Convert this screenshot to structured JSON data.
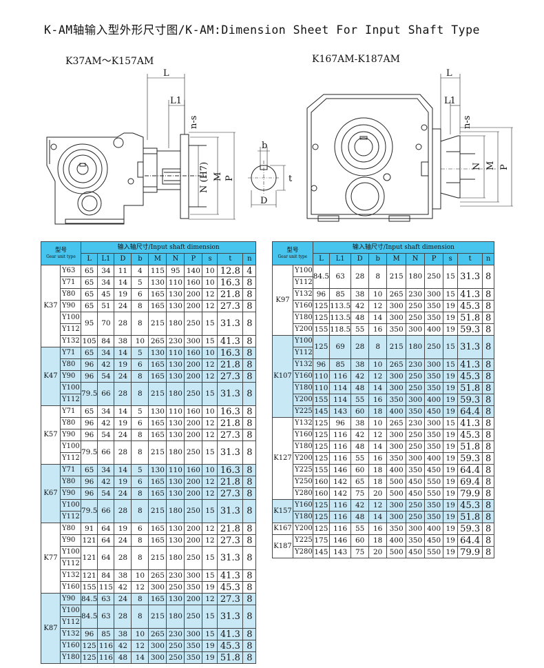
{
  "title": "K-AM轴输入型外形尺寸图/K-AM:Dimension Sheet For Input Shaft Type",
  "subtitle_left": "K37AM～K157AM",
  "subtitle_right": "K167AM-K187AM",
  "drawing_labels": {
    "L": "L",
    "L1": "L1",
    "ns": "n-s",
    "N": "N (H7)",
    "M": "M",
    "P": "P",
    "b": "b",
    "t": "t",
    "D": "D",
    "N2": "N",
    "M2": "M",
    "P2": "P",
    "L_2": "L",
    "L1_2": "L1",
    "ns2": "n-s"
  },
  "table_header": {
    "model_cn": "型号",
    "model_en": "Gear unit type",
    "group_title": "输入轴尺寸/Input shaft dimension",
    "cols": [
      "L",
      "L1",
      "D",
      "b",
      "M",
      "N",
      "P",
      "s",
      "t",
      "n"
    ]
  },
  "left_table": [
    {
      "group": "K37",
      "motor": "Y63",
      "L": "65",
      "L1": "34",
      "D": "11",
      "b": "4",
      "M": "115",
      "N": "95",
      "P": "140",
      "s": "10",
      "t": "12.8",
      "n": "4"
    },
    {
      "motor": "Y71",
      "L": "65",
      "L1": "34",
      "D": "14",
      "b": "5",
      "M": "130",
      "N": "110",
      "P": "160",
      "s": "10",
      "t": "16.3",
      "n": "8"
    },
    {
      "motor": "Y80",
      "L": "65",
      "L1": "45",
      "D": "19",
      "b": "6",
      "M": "165",
      "N": "130",
      "P": "200",
      "s": "12",
      "t": "21.8",
      "n": "8"
    },
    {
      "motor": "Y90",
      "L": "65",
      "L1": "51",
      "D": "24",
      "b": "8",
      "M": "165",
      "N": "130",
      "P": "200",
      "s": "12",
      "t": "27.3",
      "n": "8"
    },
    {
      "motor": "Y100",
      "motor2": "Y112",
      "L": "95",
      "L1": "70",
      "D": "28",
      "b": "8",
      "M": "215",
      "N": "180",
      "P": "250",
      "s": "15",
      "t": "31.3",
      "n": "8"
    },
    {
      "motor": "Y132",
      "L": "105",
      "L1": "84",
      "D": "38",
      "b": "10",
      "M": "265",
      "N": "230",
      "P": "300",
      "s": "15",
      "t": "41.3",
      "n": "8"
    },
    {
      "group": "K47",
      "motor": "Y71",
      "L": "65",
      "L1": "34",
      "D": "14",
      "b": "5",
      "M": "130",
      "N": "110",
      "P": "160",
      "s": "10",
      "t": "16.3",
      "n": "8"
    },
    {
      "motor": "Y80",
      "L": "96",
      "L1": "42",
      "D": "19",
      "b": "6",
      "M": "165",
      "N": "130",
      "P": "200",
      "s": "12",
      "t": "21.8",
      "n": "8"
    },
    {
      "motor": "Y90",
      "L": "96",
      "L1": "54",
      "D": "24",
      "b": "8",
      "M": "165",
      "N": "130",
      "P": "200",
      "s": "12",
      "t": "27.3",
      "n": "8"
    },
    {
      "motor": "Y100",
      "motor2": "Y112",
      "L": "79.5",
      "L1": "66",
      "D": "28",
      "b": "8",
      "M": "215",
      "N": "180",
      "P": "250",
      "s": "15",
      "t": "31.3",
      "n": "8"
    },
    {
      "group": "K57",
      "motor": "Y71",
      "L": "65",
      "L1": "34",
      "D": "14",
      "b": "5",
      "M": "130",
      "N": "110",
      "P": "160",
      "s": "10",
      "t": "16.3",
      "n": "8"
    },
    {
      "motor": "Y80",
      "L": "96",
      "L1": "42",
      "D": "19",
      "b": "6",
      "M": "165",
      "N": "130",
      "P": "200",
      "s": "12",
      "t": "21.8",
      "n": "8"
    },
    {
      "motor": "Y90",
      "L": "96",
      "L1": "54",
      "D": "24",
      "b": "8",
      "M": "165",
      "N": "130",
      "P": "200",
      "s": "12",
      "t": "27.3",
      "n": "8"
    },
    {
      "motor": "Y100",
      "motor2": "Y112",
      "L": "79.5",
      "L1": "66",
      "D": "28",
      "b": "8",
      "M": "215",
      "N": "180",
      "P": "250",
      "s": "15",
      "t": "31.3",
      "n": "8"
    },
    {
      "group": "K67",
      "motor": "Y71",
      "L": "65",
      "L1": "34",
      "D": "14",
      "b": "5",
      "M": "130",
      "N": "110",
      "P": "160",
      "s": "10",
      "t": "16.3",
      "n": "8"
    },
    {
      "motor": "Y80",
      "L": "96",
      "L1": "42",
      "D": "19",
      "b": "6",
      "M": "165",
      "N": "130",
      "P": "200",
      "s": "12",
      "t": "21.8",
      "n": "8"
    },
    {
      "motor": "Y90",
      "L": "96",
      "L1": "54",
      "D": "24",
      "b": "8",
      "M": "165",
      "N": "130",
      "P": "200",
      "s": "12",
      "t": "27.3",
      "n": "8"
    },
    {
      "motor": "Y100",
      "motor2": "Y112",
      "L": "79.5",
      "L1": "66",
      "D": "28",
      "b": "8",
      "M": "215",
      "N": "180",
      "P": "250",
      "s": "15",
      "t": "31.3",
      "n": "8"
    },
    {
      "group": "K77",
      "motor": "Y80",
      "L": "91",
      "L1": "64",
      "D": "19",
      "b": "6",
      "M": "165",
      "N": "130",
      "P": "200",
      "s": "12",
      "t": "21.8",
      "n": "8"
    },
    {
      "motor": "Y90",
      "L": "121",
      "L1": "64",
      "D": "24",
      "b": "8",
      "M": "165",
      "N": "130",
      "P": "200",
      "s": "12",
      "t": "27.3",
      "n": "8"
    },
    {
      "motor": "Y100",
      "motor2": "Y112",
      "L": "121",
      "L1": "64",
      "D": "28",
      "b": "8",
      "M": "215",
      "N": "180",
      "P": "250",
      "s": "15",
      "t": "31.3",
      "n": "8"
    },
    {
      "motor": "Y132",
      "L": "121",
      "L1": "84",
      "D": "38",
      "b": "10",
      "M": "265",
      "N": "230",
      "P": "300",
      "s": "15",
      "t": "41.3",
      "n": "8"
    },
    {
      "motor": "Y160",
      "L": "155",
      "L1": "115",
      "D": "42",
      "b": "12",
      "M": "300",
      "N": "250",
      "P": "350",
      "s": "19",
      "t": "45.3",
      "n": "8"
    },
    {
      "group": "K87",
      "motor": "Y90",
      "L": "84.5",
      "L1": "63",
      "D": "24",
      "b": "8",
      "M": "165",
      "N": "130",
      "P": "200",
      "s": "12",
      "t": "27.3",
      "n": "8"
    },
    {
      "motor": "Y100",
      "motor2": "Y112",
      "L": "84.5",
      "L1": "63",
      "D": "28",
      "b": "8",
      "M": "215",
      "N": "180",
      "P": "250",
      "s": "15",
      "t": "31.3",
      "n": "8"
    },
    {
      "motor": "Y132",
      "L": "96",
      "L1": "85",
      "D": "38",
      "b": "10",
      "M": "265",
      "N": "230",
      "P": "300",
      "s": "15",
      "t": "41.3",
      "n": "8"
    },
    {
      "motor": "Y160",
      "L": "125",
      "L1": "116",
      "D": "42",
      "b": "12",
      "M": "300",
      "N": "250",
      "P": "350",
      "s": "19",
      "t": "45.3",
      "n": "8"
    },
    {
      "motor": "Y180",
      "L": "125",
      "L1": "116",
      "D": "48",
      "b": "14",
      "M": "300",
      "N": "250",
      "P": "350",
      "s": "19",
      "t": "51.8",
      "n": "8"
    }
  ],
  "right_table": [
    {
      "group": "K97",
      "motor": "Y100",
      "motor2": "Y112",
      "L": "84.5",
      "L1": "63",
      "D": "28",
      "b": "8",
      "M": "215",
      "N": "180",
      "P": "250",
      "s": "15",
      "t": "31.3",
      "n": "8"
    },
    {
      "motor": "Y132",
      "L": "96",
      "L1": "85",
      "D": "38",
      "b": "10",
      "M": "265",
      "N": "230",
      "P": "300",
      "s": "15",
      "t": "41.3",
      "n": "8"
    },
    {
      "motor": "Y160",
      "L": "125",
      "L1": "113.5",
      "D": "42",
      "b": "12",
      "M": "300",
      "N": "250",
      "P": "350",
      "s": "19",
      "t": "45.3",
      "n": "8"
    },
    {
      "motor": "Y180",
      "L": "125",
      "L1": "113.5",
      "D": "48",
      "b": "14",
      "M": "300",
      "N": "250",
      "P": "350",
      "s": "19",
      "t": "51.8",
      "n": "8"
    },
    {
      "motor": "Y200",
      "L": "155",
      "L1": "118.5",
      "D": "55",
      "b": "16",
      "M": "350",
      "N": "300",
      "P": "400",
      "s": "19",
      "t": "59.3",
      "n": "8"
    },
    {
      "group": "K107",
      "motor": "Y100",
      "motor2": "Y112",
      "L": "125",
      "L1": "69",
      "D": "28",
      "b": "8",
      "M": "215",
      "N": "180",
      "P": "250",
      "s": "15",
      "t": "31.3",
      "n": "8"
    },
    {
      "motor": "Y132",
      "L": "96",
      "L1": "85",
      "D": "38",
      "b": "10",
      "M": "265",
      "N": "230",
      "P": "300",
      "s": "15",
      "t": "41.3",
      "n": "8"
    },
    {
      "motor": "Y160",
      "L": "110",
      "L1": "116",
      "D": "42",
      "b": "12",
      "M": "300",
      "N": "250",
      "P": "350",
      "s": "19",
      "t": "45.3",
      "n": "8"
    },
    {
      "motor": "Y180",
      "L": "110",
      "L1": "114",
      "D": "48",
      "b": "14",
      "M": "300",
      "N": "250",
      "P": "350",
      "s": "19",
      "t": "51.8",
      "n": "8"
    },
    {
      "motor": "Y200",
      "L": "155",
      "L1": "114",
      "D": "55",
      "b": "16",
      "M": "350",
      "N": "300",
      "P": "400",
      "s": "19",
      "t": "59.3",
      "n": "8"
    },
    {
      "motor": "Y225",
      "L": "145",
      "L1": "143",
      "D": "60",
      "b": "18",
      "M": "400",
      "N": "350",
      "P": "450",
      "s": "19",
      "t": "64.4",
      "n": "8"
    },
    {
      "group": "K127",
      "motor": "Y132",
      "L": "125",
      "L1": "96",
      "D": "38",
      "b": "10",
      "M": "265",
      "N": "230",
      "P": "300",
      "s": "15",
      "t": "41.3",
      "n": "8"
    },
    {
      "motor": "Y160",
      "L": "125",
      "L1": "116",
      "D": "42",
      "b": "12",
      "M": "300",
      "N": "250",
      "P": "350",
      "s": "19",
      "t": "45.3",
      "n": "8"
    },
    {
      "motor": "Y180",
      "L": "125",
      "L1": "116",
      "D": "48",
      "b": "14",
      "M": "300",
      "N": "250",
      "P": "350",
      "s": "19",
      "t": "51.8",
      "n": "8"
    },
    {
      "motor": "Y200",
      "L": "125",
      "L1": "116",
      "D": "55",
      "b": "16",
      "M": "350",
      "N": "300",
      "P": "400",
      "s": "19",
      "t": "59.3",
      "n": "8"
    },
    {
      "motor": "Y225",
      "L": "155",
      "L1": "146",
      "D": "60",
      "b": "18",
      "M": "400",
      "N": "350",
      "P": "450",
      "s": "19",
      "t": "64.4",
      "n": "8"
    },
    {
      "motor": "Y250",
      "L": "160",
      "L1": "142",
      "D": "65",
      "b": "18",
      "M": "500",
      "N": "450",
      "P": "550",
      "s": "19",
      "t": "69.4",
      "n": "8"
    },
    {
      "motor": "Y280",
      "L": "160",
      "L1": "142",
      "D": "75",
      "b": "20",
      "M": "500",
      "N": "450",
      "P": "550",
      "s": "19",
      "t": "79.9",
      "n": "8"
    },
    {
      "group": "K157",
      "motor": "Y160",
      "L": "125",
      "L1": "116",
      "D": "42",
      "b": "12",
      "M": "300",
      "N": "250",
      "P": "350",
      "s": "19",
      "t": "45.3",
      "n": "8"
    },
    {
      "motor": "Y180",
      "L": "125",
      "L1": "116",
      "D": "48",
      "b": "14",
      "M": "300",
      "N": "250",
      "P": "350",
      "s": "19",
      "t": "51.8",
      "n": "8"
    },
    {
      "group": "K167",
      "motor": "Y200",
      "L": "125",
      "L1": "116",
      "D": "55",
      "b": "16",
      "M": "350",
      "N": "300",
      "P": "400",
      "s": "19",
      "t": "59.3",
      "n": "8"
    },
    {
      "group": "K187",
      "motor": "Y225",
      "L": "175",
      "L1": "146",
      "D": "60",
      "b": "18",
      "M": "400",
      "N": "350",
      "P": "450",
      "s": "19",
      "t": "64.4",
      "n": "8"
    },
    {
      "motor": "Y280",
      "L": "145",
      "L1": "143",
      "D": "75",
      "b": "20",
      "M": "500",
      "N": "450",
      "P": "550",
      "s": "19",
      "t": "79.9",
      "n": "8"
    }
  ],
  "colors": {
    "header_bg": "#48c5ee",
    "highlight_row_bg": "#c8e8f6",
    "line": "#444444"
  }
}
